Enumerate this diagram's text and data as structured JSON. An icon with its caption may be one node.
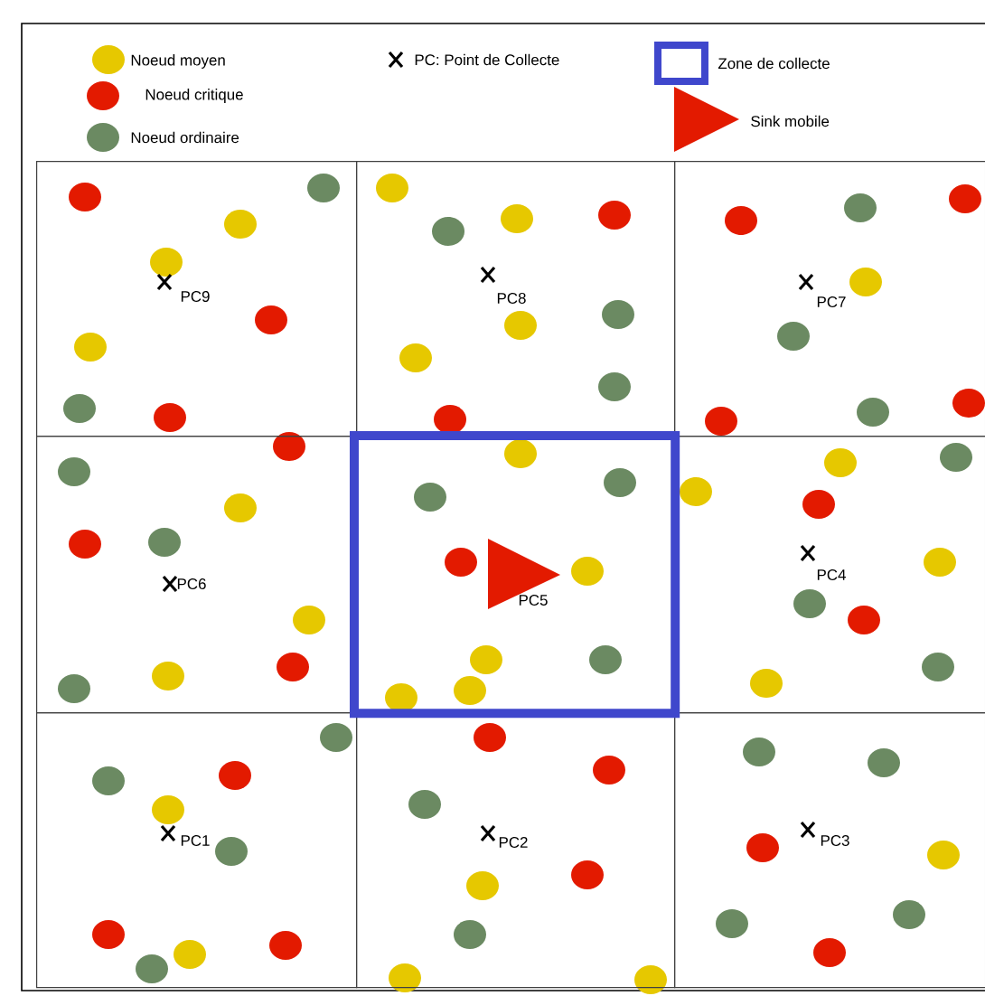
{
  "diagram": {
    "nodes": [
      {
        "text": [
          "PC9"
        ]
      },
      {
        "text": [
          "PC8"
        ]
      },
      {
        "text": [
          "PC7"
        ]
      },
      {
        "text": [
          "PC6"
        ]
      },
      {
        "text": [
          "PC5"
        ]
      },
      {
        "text": [
          "PC4"
        ]
      },
      {
        "text": [
          "PC1"
        ]
      },
      {
        "text": [
          "PC2"
        ]
      },
      {
        "text": [
          "PC3"
        ]
      }
    ],
    "edges": [],
    "legend": [
      {
        "text": "Noeud moyen",
        "color": "#e6c800"
      },
      {
        "text": "Noeud critique",
        "color": "#e31a00"
      },
      {
        "text": "Noeud ordinaire",
        "color": "#6b8a62"
      },
      {
        "text": "PC: Point de Collecte"
      },
      {
        "text": "Zone de collecte"
      },
      {
        "text": "Sink mobile"
      }
    ]
  }
}
